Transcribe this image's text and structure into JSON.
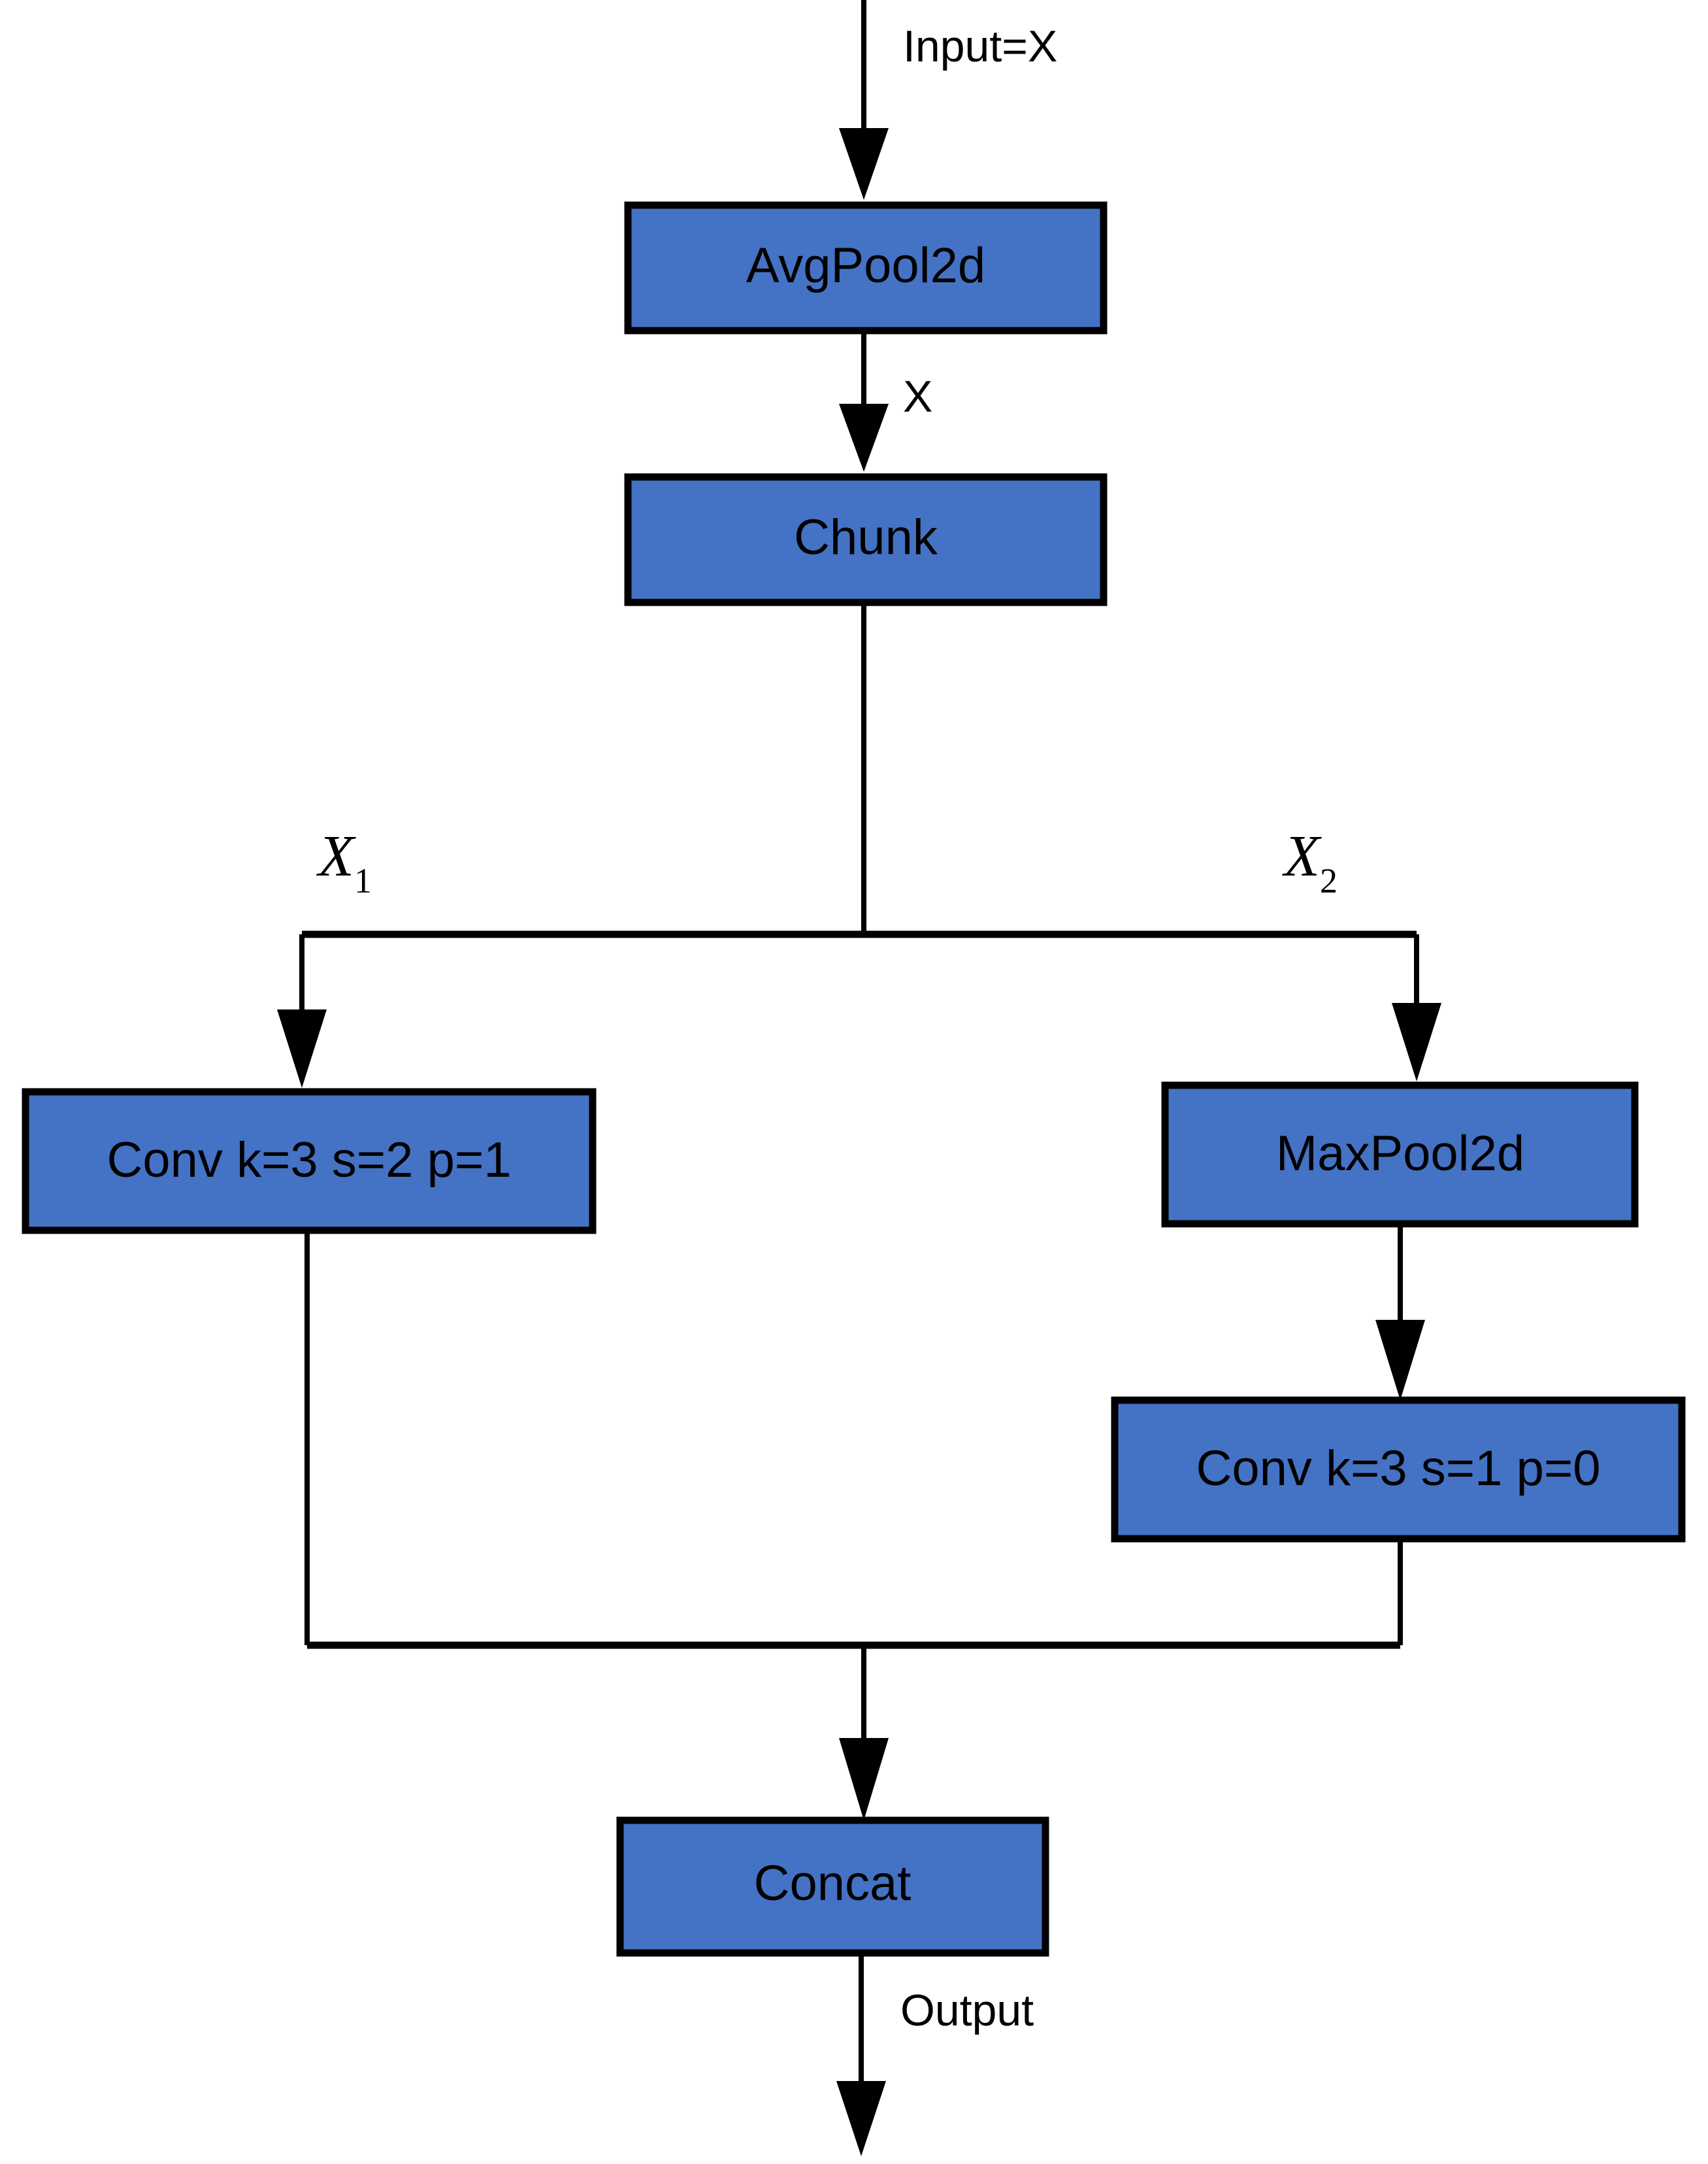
{
  "diagram": {
    "title": "Downsampling block dataflow diagram",
    "background_color": "#FFFFFF",
    "node_fill_color": "#4472C4",
    "node_stroke_color": "#000000",
    "edge_color": "#000000",
    "nodes": [
      {
        "id": "avgpool",
        "label": "AvgPool2d"
      },
      {
        "id": "chunk",
        "label": "Chunk"
      },
      {
        "id": "conv_left",
        "label": "Conv k=3 s=2 p=1"
      },
      {
        "id": "maxpool",
        "label": "MaxPool2d"
      },
      {
        "id": "conv_right",
        "label": "Conv k=3 s=1 p=0"
      },
      {
        "id": "concat",
        "label": "Concat"
      }
    ],
    "edge_labels": {
      "input": "Input=X",
      "after_avgpool": "X",
      "branch_left_base": "X",
      "branch_left_sub": "1",
      "branch_right_base": "X",
      "branch_right_sub": "2",
      "output": "Output"
    }
  }
}
